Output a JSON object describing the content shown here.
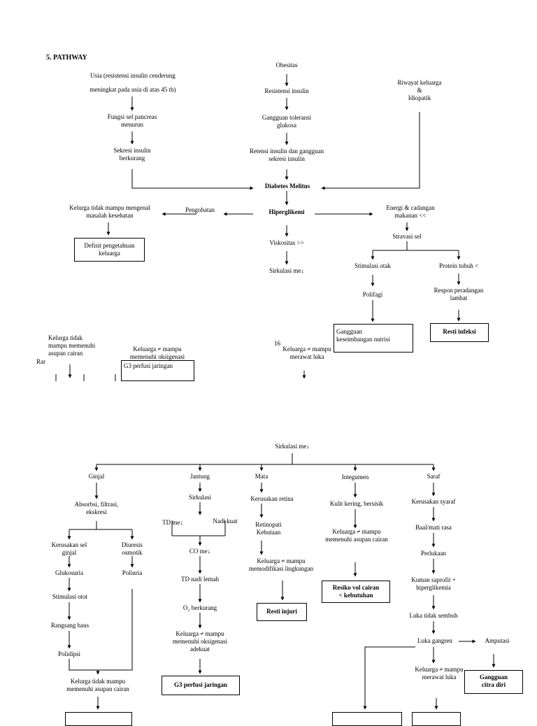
{
  "heading": "5. PATHWAY",
  "page_number": "16",
  "top": {
    "usia": "Usia (resistensi insulin cenderung\n\nmeningkat pada usia di atas 45 th)",
    "fungsi_pankreas": "Fungsi sel pancreas\nmenurun",
    "sekresi_insulin": "Sekresi insulin\nberkurang",
    "obesitas": "Obesitas",
    "resistensi_insulin": "Resistensi insulin",
    "gangguan_toleransi": "Gangguan toleransi\nglukosa",
    "retensi_insulin": "Retensi insulin dan gangguan\nsekresi insulin",
    "riwayat": "Riwayat keluarga\n&\nIdiopatik",
    "dm": "Diabetes Melitus",
    "hiperglikemi": "Hiperglikemi",
    "pengobatan": "Pengobatan",
    "keluarga_mengenal": "Kelurga tidak mampu mengenal\nmasalah kesehatan",
    "defisit": "Defisit pengetahuan\nkeluarga",
    "viskositas": "Viskositas >>",
    "sirkulasi_top": "Sirkulasi me↓",
    "energi": "Energi & cadangan\nmakanan <<",
    "starvasi": "Stravasi sel",
    "stimulasi_otak": "Stimulasi otak",
    "protein": "Protein tubuh <",
    "polifagi": "Polifagi",
    "respon": "Respon peradangan\nlambat",
    "gangguan_nutrisi": "Gangguan\nkeseimbangan nutrisi",
    "resti_infeksi": "Resti infeksi",
    "cut_keluarga_cairan": "Kelurga tidak\nmampu memenuhi\nasupan cairan",
    "cut_keluarga_oksigenasi": "Keluarga ≠ mampu\nmemenuhi oksigenasi",
    "cut_g3": "G3 perfusi jaringan",
    "cut_keluarga_luka": "Keluarga ≠ mampu\nmerawat luka",
    "cut_ra": "Rar"
  },
  "bottom": {
    "sirkulasi": "Sirkulasi me↓",
    "ginjal": "Ginjal",
    "jantung": "Jantung",
    "mata": "Mata",
    "integumen": "Integumen",
    "saraf": "Saraf",
    "absorbsi": "Absorbsi, filtrasi,\nekskresi",
    "kerusakan_ginjal": "Kerusakan sel\nginjal",
    "diuresis": "Diuresis\nosmotik",
    "glukosuria": "Glukosuria",
    "poliuria": "Poliuria",
    "stimulasi_otot": "Stimulasi otot",
    "rangsang_haus": "Rangsang haus",
    "polidipsi": "Polidipsi",
    "keluarga_cairan": "Kelurga tidak mampu\nmemenuhi asupan cairan",
    "sirkulasi_j": "Sirkulasi",
    "td_me": "TD me↓",
    "nadi_kuat": "Nadi kuat",
    "co_me": "CO me↓",
    "td_nadi": "TD  nadi lemah",
    "o2": "O₂ berkurang",
    "keluarga_oksigenasi": "Keluarga ≠ mampu\nmemenuhi oksigenasi\nadekuat",
    "g3_perfusi": "G3 perfusi jaringan",
    "kerusakan_retina": "Kerusakan retina",
    "retinopati": "Retinopati\nKebutaan",
    "keluarga_lingkungan": "Keluarga  ≠ mampu\nmemodifikasi lingkungan",
    "resti_injuri": "Resti injuri",
    "kulit_kering": "Kulit kering, bersisik",
    "keluarga_asupan": "Keluarga ≠ mampu\nmemenuhi asupan cairan",
    "resiko_vol": "Resiko vol cairan\n< kebutuhan",
    "kerusakan_syaraf": "Kerusakan syaraf",
    "baal": "Baal/mati rasa",
    "perlukaan": "Perlukaan",
    "kuman": "Kuman saprofit +\nhiperglikemia",
    "luka_tidak_sembuh": "Luka tidak sembuh",
    "luka_gangren": "Luka gangren",
    "amputasi": "Amputasi",
    "keluarga_luka": "Keluarga ≠ mampu\nmerawat luka",
    "gangguan_citra": "Gangguan\ncitra diri"
  }
}
